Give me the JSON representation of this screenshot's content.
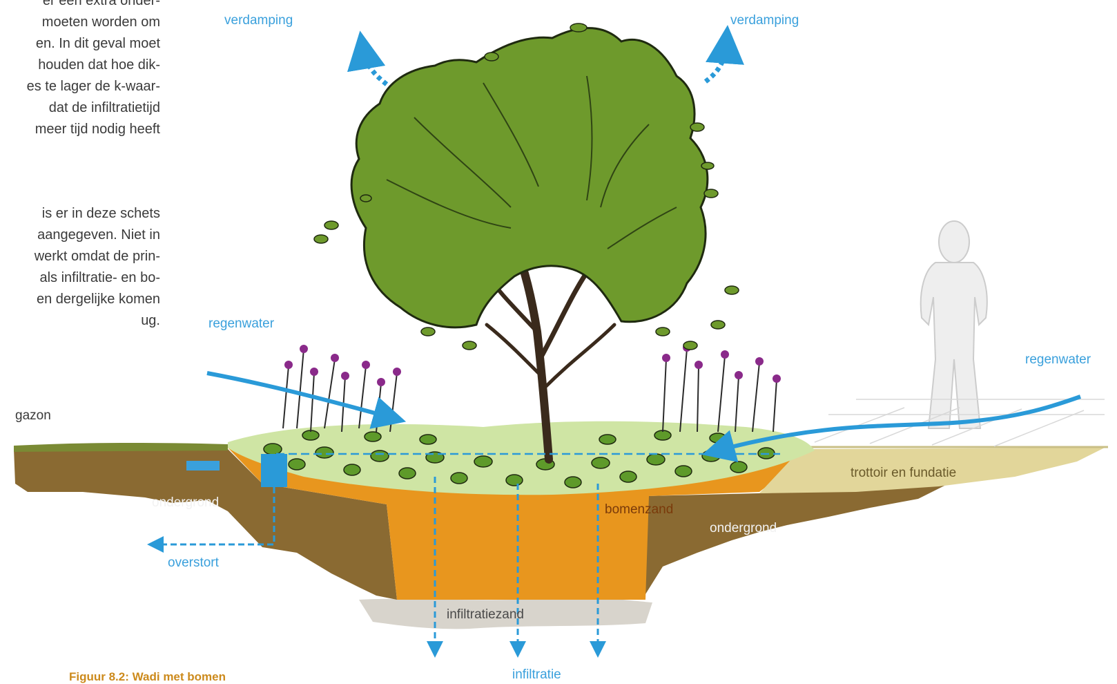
{
  "body_text": {
    "block1": [
      "er een extra onder-",
      "moeten worden om",
      "en. In dit geval moet",
      "houden dat hoe dik-",
      "es te lager de k-waar-",
      "dat de infiltratietijd",
      "meer tijd nodig heeft"
    ],
    "block2": [
      "is er in deze schets",
      "aangegeven. Niet in",
      "werkt omdat de prin-",
      "als infiltratie- en bo-",
      "en dergelijke komen",
      "ug."
    ]
  },
  "diagram": {
    "labels": {
      "verdamping_left": "verdamping",
      "verdamping_right": "verdamping",
      "regenwater_left": "regenwater",
      "regenwater_right": "regenwater",
      "gazon": "gazon",
      "ondergrond_left": "ondergrond",
      "ondergrond_right": "ondergrond",
      "overstort": "overstort",
      "bomenzand": "bomenzand",
      "trottoir": "trottoir en fundatie",
      "infiltratiezand": "infiltratiezand",
      "infiltratie": "infiltratie"
    },
    "colors": {
      "water_blue": "#2a9ad8",
      "label_blue": "#3aa0dc",
      "sand_orange": "#e8961e",
      "soil_brown": "#8a6a32",
      "pavement": "#e2d69a",
      "foliage": "#6e9a2c",
      "infiltration_sand": "#d8d4cc"
    }
  },
  "caption": "Figuur 8.2: Wadi met bomen"
}
